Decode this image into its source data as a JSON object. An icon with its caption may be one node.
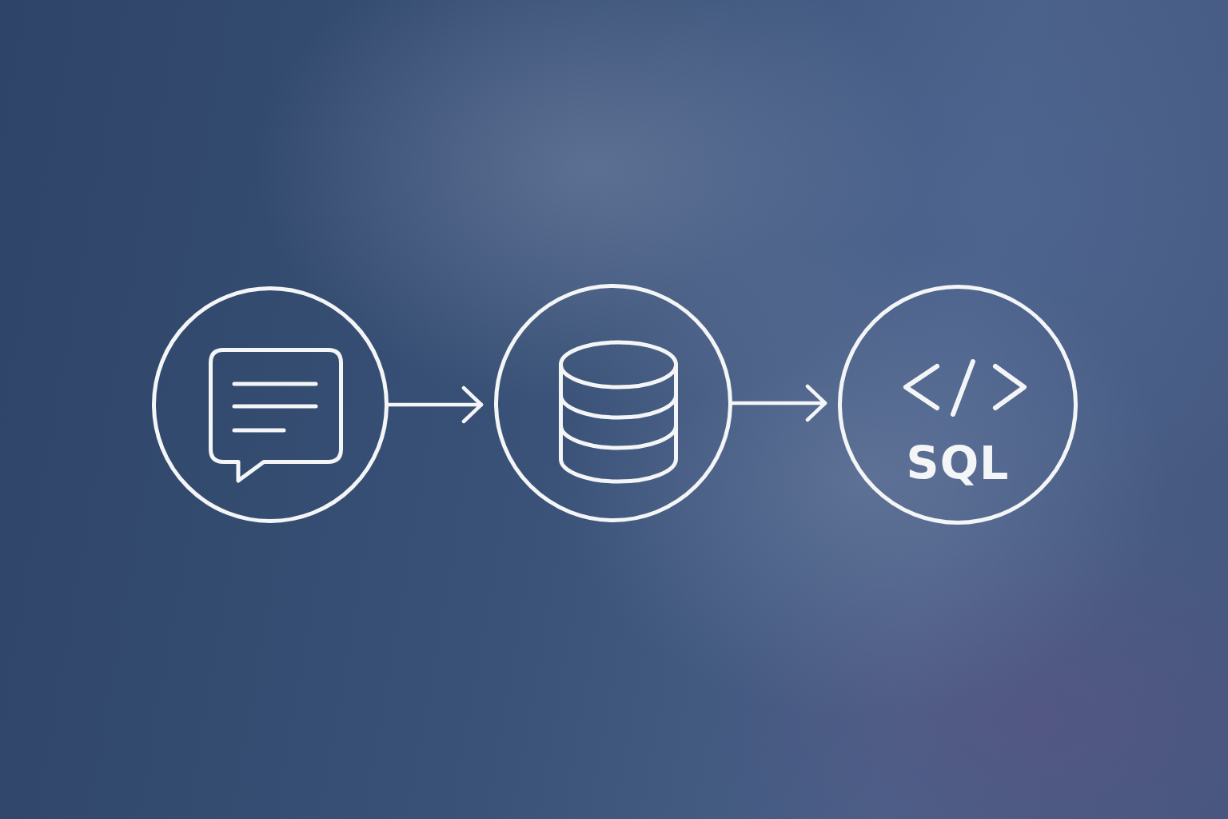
{
  "diagram": {
    "nodes": [
      {
        "text": [],
        "shape": "circle"
      },
      {
        "text": [],
        "shape": "circle"
      },
      {
        "text": [
          "SQL"
        ]
      }
    ],
    "edges": [
      {
        "from": 0,
        "to": 1,
        "arrow": "to"
      },
      {
        "from": 1,
        "to": 2,
        "arrow": "to"
      }
    ]
  }
}
